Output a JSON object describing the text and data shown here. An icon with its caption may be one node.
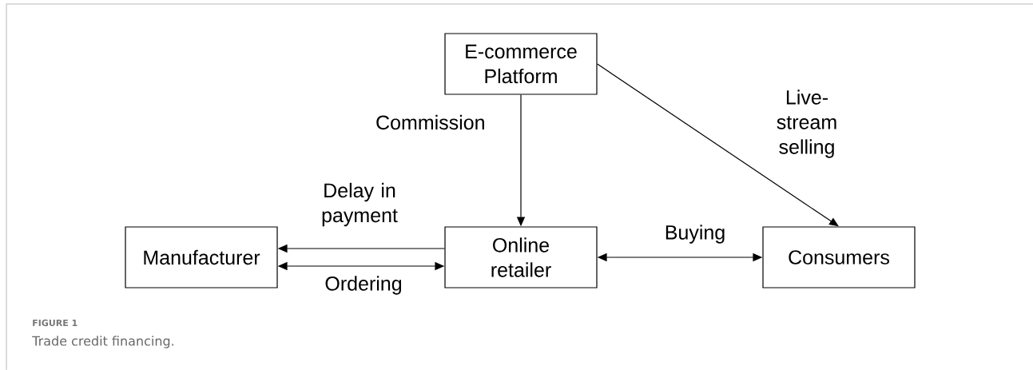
{
  "diagram": {
    "title": "FIGURE 1",
    "caption": "Trade credit financing.",
    "nodes": [
      {
        "text": [
          "E-commerce Platform"
        ]
      },
      {
        "text": [
          "Manufacturer"
        ]
      },
      {
        "text": [
          "Online retailer"
        ]
      },
      {
        "text": [
          "Consumers"
        ]
      }
    ],
    "edges": [
      {
        "from": 0,
        "to": 2,
        "arrow": "to",
        "label": "Commission"
      },
      {
        "from": 0,
        "to": 3,
        "arrow": "to",
        "label": "Live-stream selling"
      },
      {
        "from": 2,
        "to": 1,
        "arrow": "to",
        "label": "Delay in payment"
      },
      {
        "from": 1,
        "to": 2,
        "arrow": "both",
        "label": "Ordering"
      },
      {
        "from": 2,
        "to": 3,
        "arrow": "both",
        "label": "Buying"
      }
    ]
  }
}
